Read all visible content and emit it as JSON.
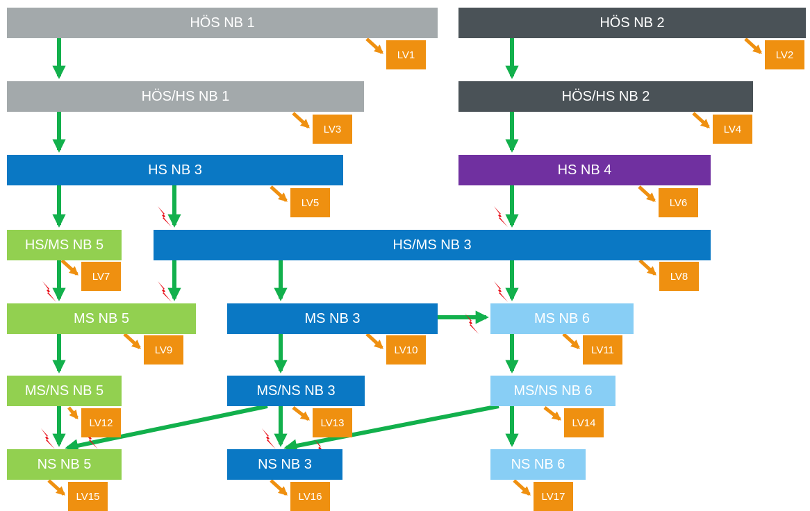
{
  "colors": {
    "arrow": "#12b04c",
    "lv_arrow": "#ef9010",
    "lv_box": "#ef9010",
    "bolt": "#e8101a",
    "grey": "#a3a9ab",
    "dark": "#4a5257",
    "blue": "#0a78c4",
    "purple": "#7030a0",
    "light_green": "#92d050",
    "light_blue": "#88cef5"
  },
  "nodes": {
    "hoes_nb1": "HÖS NB 1",
    "hoes_nb2": "HÖS NB 2",
    "hoes_hs_nb1": "HÖS/HS NB 1",
    "hoes_hs_nb2": "HÖS/HS NB 2",
    "hs_nb3": "HS NB 3",
    "hs_nb4": "HS NB 4",
    "hs_ms_nb5": "HS/MS NB 5",
    "hs_ms_nb3": "HS/MS NB 3",
    "ms_nb5": "MS NB 5",
    "ms_nb3": "MS NB 3",
    "ms_nb6": "MS NB 6",
    "ms_ns_nb5": "MS/NS NB 5",
    "ms_ns_nb3": "MS/NS NB 3",
    "ms_ns_nb6": "MS/NS NB 6",
    "ns_nb5": "NS NB 5",
    "ns_nb3": "NS NB 3",
    "ns_nb6": "NS NB 6"
  },
  "lv": {
    "lv1": "LV1",
    "lv2": "LV2",
    "lv3": "LV3",
    "lv4": "LV4",
    "lv5": "LV5",
    "lv6": "LV6",
    "lv7": "LV7",
    "lv8": "LV8",
    "lv9": "LV9",
    "lv10": "LV10",
    "lv11": "LV11",
    "lv12": "LV12",
    "lv13": "LV13",
    "lv14": "LV14",
    "lv15": "LV15",
    "lv16": "LV16",
    "lv17": "LV17"
  }
}
